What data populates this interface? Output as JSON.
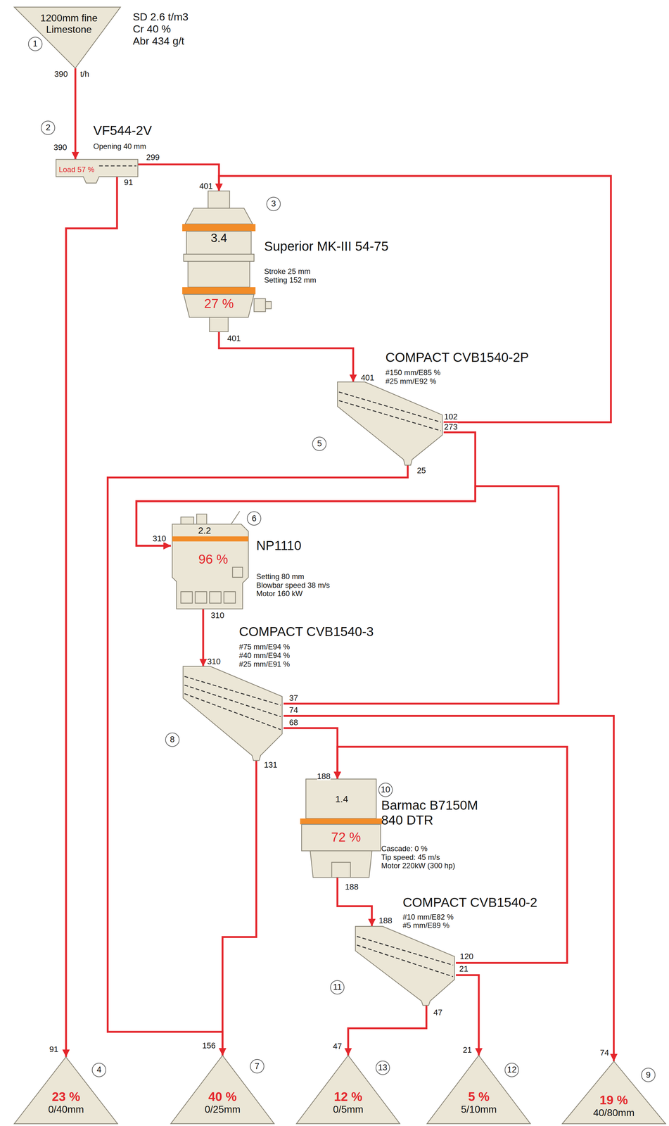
{
  "diagram": {
    "nodes": [
      {
        "text": [
          "1200mm fine Limestone",
          "SD 2.6 t/m3 Cr 40 % Abr 434 g/t",
          "1"
        ]
      },
      {
        "text": [
          "VF544-2V",
          "Opening 40 mm",
          "Load 57 %",
          "2"
        ]
      },
      {
        "text": [
          "Superior MK-III 54-75",
          "Stroke 25 mm Setting 152 mm",
          "3.4",
          "27 %",
          "3"
        ]
      },
      {
        "text": [
          "COMPACT CVB1540-2P",
          "#150 mm/E85 % #25 mm/E92 %",
          "5"
        ]
      },
      {
        "text": [
          "NP1110",
          "Setting 80 mm Blowbar speed 38 m/s Motor 160 kW",
          "2.2",
          "96 %",
          "6"
        ]
      },
      {
        "text": [
          "COMPACT CVB1540-3",
          "#75 mm/E94 % #40 mm/E94 % #25 mm/E91 %",
          "8"
        ]
      },
      {
        "text": [
          "Barmac B7150M 840 DTR",
          "Cascade: 0 % Tip speed: 45 m/s Motor 220kW (300 hp)",
          "1.4",
          "72 %",
          "10"
        ]
      },
      {
        "text": [
          "COMPACT CVB1540-2",
          "#10 mm/E82 % #5 mm/E89 %",
          "11"
        ]
      },
      {
        "text": [
          "23 %",
          "0/40mm",
          "4"
        ]
      },
      {
        "text": [
          "40 %",
          "0/25mm",
          "7"
        ]
      },
      {
        "text": [
          "12 %",
          "0/5mm",
          "13"
        ]
      },
      {
        "text": [
          "5 %",
          "5/10mm",
          "12"
        ]
      },
      {
        "text": [
          "19 %",
          "40/80mm",
          "9"
        ]
      }
    ],
    "edges": [
      {
        "from": 0,
        "to": 1,
        "label": "390",
        "arrow": "to"
      },
      {
        "from": 1,
        "to": 2,
        "label": "299",
        "arrow": "to"
      },
      {
        "from": 1,
        "to": 8,
        "label": "91",
        "arrow": "to"
      },
      {
        "from": 2,
        "to": 3,
        "label": "401",
        "arrow": "to"
      },
      {
        "from": 3,
        "to": 2,
        "label": "102",
        "arrow": "to"
      },
      {
        "from": 3,
        "to": 4,
        "label": "273",
        "arrow": "to"
      },
      {
        "from": 3,
        "to": 9,
        "label": "25",
        "arrow": "to"
      },
      {
        "from": 4,
        "to": 5,
        "label": "310",
        "arrow": "to"
      },
      {
        "from": 5,
        "to": 4,
        "label": "37",
        "arrow": "to"
      },
      {
        "from": 5,
        "to": 12,
        "label": "74",
        "arrow": "to"
      },
      {
        "from": 5,
        "to": 6,
        "label": "68",
        "arrow": "to"
      },
      {
        "from": 5,
        "to": 9,
        "label": "131",
        "arrow": "to"
      },
      {
        "from": 6,
        "to": 7,
        "label": "188",
        "arrow": "to"
      },
      {
        "from": 7,
        "to": 6,
        "label": "120",
        "arrow": "to"
      },
      {
        "from": 7,
        "to": 11,
        "label": "21",
        "arrow": "to"
      },
      {
        "from": 7,
        "to": 10,
        "label": "47",
        "arrow": "to"
      }
    ],
    "labels": [
      "t/h",
      "390",
      "401",
      "401",
      "91",
      "310",
      "310",
      "188",
      "188",
      "156",
      "47",
      "21",
      "74"
    ]
  }
}
